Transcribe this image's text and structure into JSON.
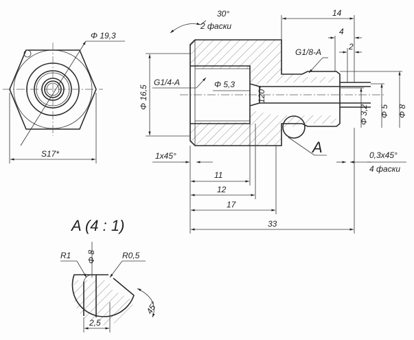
{
  "front_view": {
    "dia_outer": "Φ 19,3",
    "across_flats": "S17*"
  },
  "section": {
    "angle": "30°",
    "chamfers_2": "2 фаски",
    "len_14": "14",
    "len_4": "4",
    "len_2": "2",
    "thread_small": "G1/8-A",
    "thread_big": "G1/4-A",
    "dia_bore": "Φ 5,3",
    "angle_120": "120°",
    "dia_16_5": "Φ 16,5",
    "dia_3_2": "Φ 3,2",
    "dia_5": "Φ 5",
    "dia_8": "Φ 8",
    "chamfer_1x45": "1x45°",
    "chamfer_03x45": "0,3x45°",
    "chamfers_4": "4 фаски",
    "detail_marker": "A",
    "len_11": "11",
    "len_12": "12",
    "len_17": "17",
    "len_33": "33"
  },
  "detail": {
    "title": "A (4 : 1)",
    "r1": "R1",
    "dia8": "Φ 8",
    "r05": "R0,5",
    "angle45": "45°",
    "width": "2,5"
  }
}
